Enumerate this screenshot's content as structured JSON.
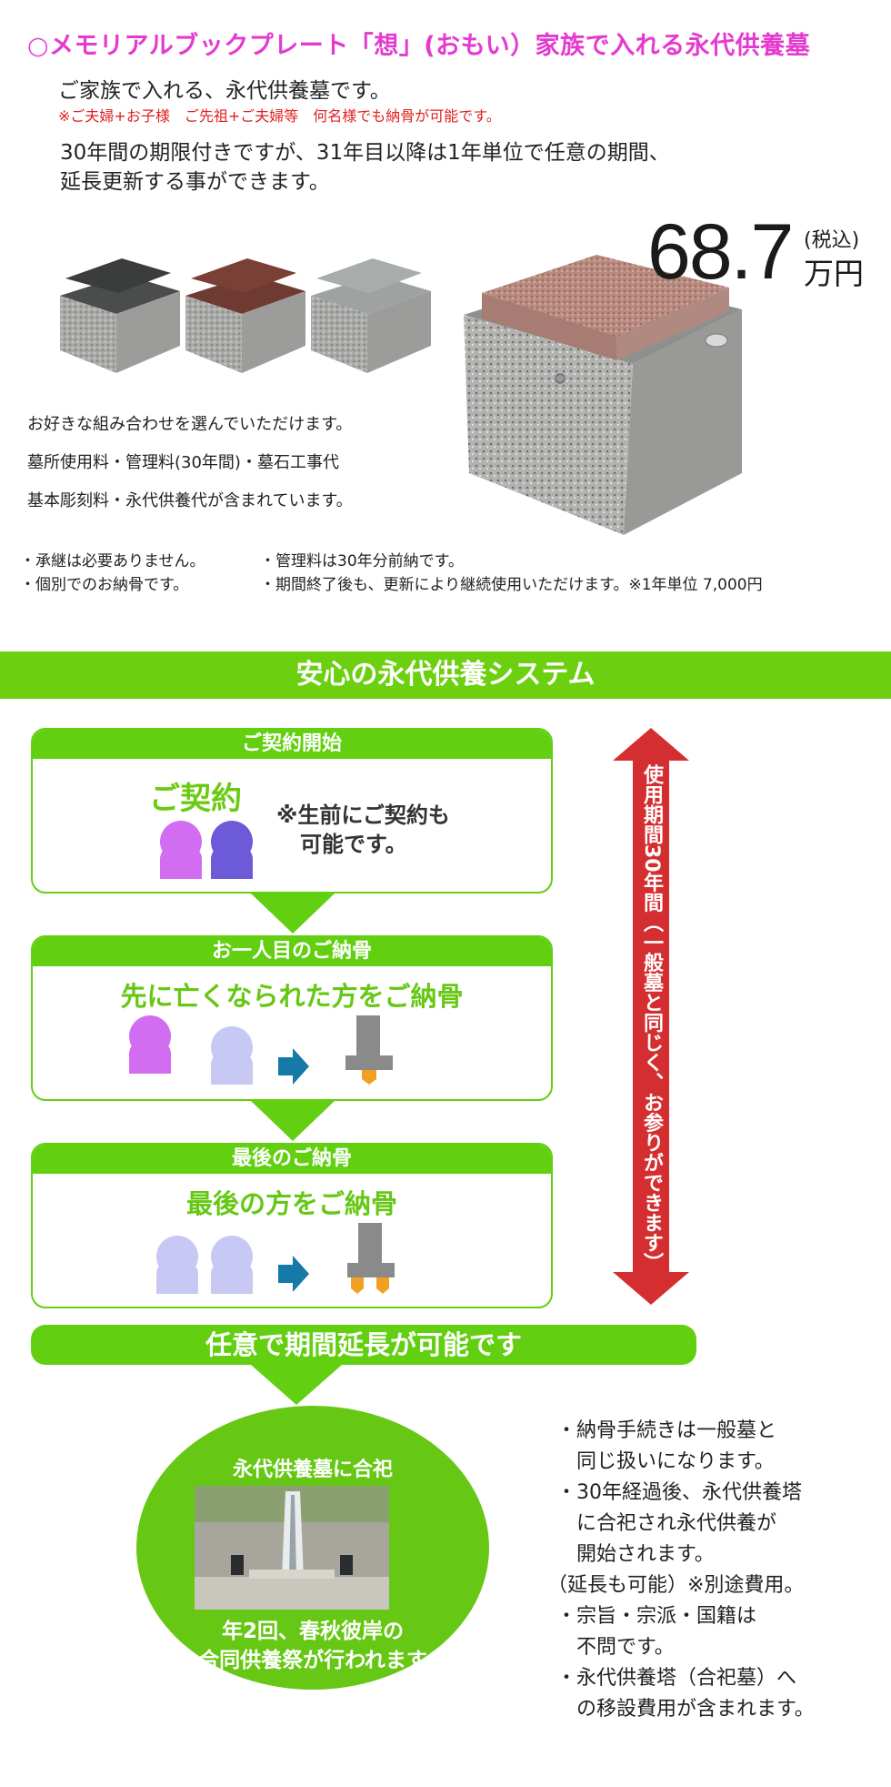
{
  "header": {
    "title": "○メモリアルブックプレート「想」(おもい）家族で入れる永代供養墓",
    "intro": "ご家族で入れる、永代供養墓です。",
    "note": "※ご夫婦+お子様　ご先祖+ご夫婦等　何名様でも納骨が可能です。",
    "period_line1": "30年間の期限付きですが、31年目以降は1年単位で任意の期間、",
    "period_line2": "延長更新する事ができます。"
  },
  "price": {
    "value": "68.7",
    "tax": "(税込)",
    "unit": "万円"
  },
  "includes": [
    "お好きな組み合わせを選んでいただけます。",
    "墓所使用料・管理料(30年間)・墓石工事代",
    "基本彫刻料・永代供養代が含まれています。"
  ],
  "bullets_left": [
    "・承継は必要ありません。",
    "・個別でのお納骨です。"
  ],
  "bullets_right": [
    "・管理料は30年分前納です。",
    "・期間終了後も、更新により継続使用いただけます。※1年単位 7,000円"
  ],
  "system": {
    "title": "安心の永代供養システム",
    "step1": {
      "header": "ご契約開始",
      "headline": "ご契約",
      "note_line1": "※生前にご契約も",
      "note_line2": "可能です。"
    },
    "step2": {
      "header": "お一人目のご納骨",
      "headline": "先に亡くなられた方をご納骨"
    },
    "step3": {
      "header": "最後のご納骨",
      "headline": "最後の方をご納骨"
    },
    "period_label": "使用期間30年間（一般墓と同じく、お参りができます）",
    "extend": "任意で期間延長が可能です",
    "final": {
      "title": "永代供養墓に合祀",
      "line1": "年2回、春秋彼岸の",
      "line2": "合同供養祭が行われます"
    }
  },
  "right_bullets": [
    "・納骨手続きは一般墓と",
    "　同じ扱いになります。",
    "・30年経過後、永代供養塔",
    "　に合祀され永代供養が",
    "　開始されます。",
    "（延長も可能）※別途費用。",
    "・宗旨・宗派・国籍は",
    "　不問です。",
    "・永代供養塔（合祀墓）へ",
    "　の移設費用が含まれます。"
  ],
  "colors": {
    "title": "#e53ad0",
    "green": "#62cf10",
    "red": "#d52e30",
    "note_red": "#e02020",
    "pink_person": "#d26cf0",
    "purple_person": "#6c5ad8",
    "lavender_person": "#c8c8f4",
    "arrow_blue": "#1679a8"
  }
}
